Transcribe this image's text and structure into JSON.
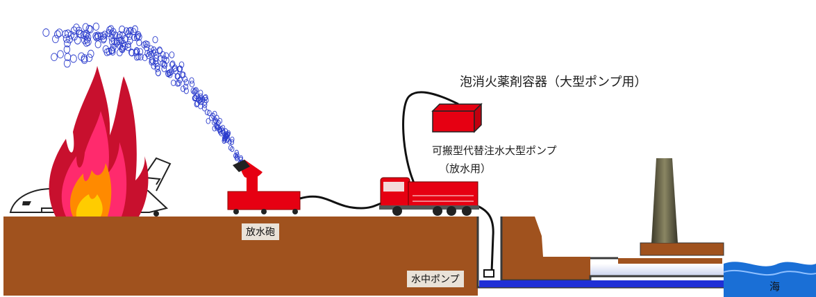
{
  "labels": {
    "foam_container": "泡消火薬剤容器（大型ポンプ用）",
    "pump_line1": "可搬型代替注水大型ポンプ",
    "pump_line2": "（放水用）",
    "cannon": "放水砲",
    "submersible_pump": "水中ポンプ",
    "sea": "海"
  },
  "colors": {
    "ground": "#a0521e",
    "equipment_red": "#e60012",
    "hose": "#111111",
    "water": "#1f2fd6",
    "sea": "#1a6fd6",
    "fire_outer": "#c8102e",
    "fire_inner": "#ffcc00",
    "foam": "#2a3bcc"
  },
  "icons": {
    "fire": "fire-icon",
    "airplane": "airplane-icon",
    "foam_spray": "foam-spray-icon",
    "water_cannon": "water-cannon-icon",
    "pump_truck": "fire-truck-icon",
    "foam_container": "container-icon",
    "submersible_pump": "pump-icon",
    "chimney": "chimney-icon"
  }
}
